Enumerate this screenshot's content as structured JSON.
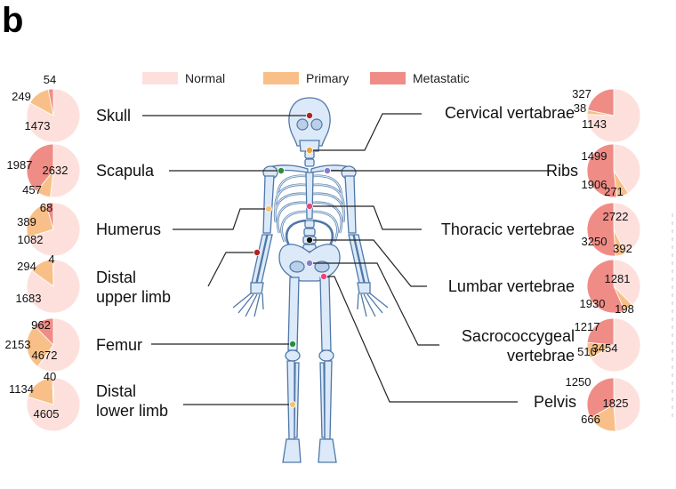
{
  "panel_label": "b",
  "legend": [
    {
      "label": "Normal",
      "color": "#fde0dc"
    },
    {
      "label": "Primary",
      "color": "#f8c088"
    },
    {
      "label": "Metastatic",
      "color": "#f08c86"
    }
  ],
  "chart_data": {
    "type": "pie",
    "categories": [
      "Normal",
      "Primary",
      "Metastatic"
    ],
    "colors": {
      "Normal": "#fde0dc",
      "Primary": "#f8c088",
      "Metastatic": "#f08c86",
      "Marker-red": "#b22222",
      "Marker-orange": "#f0a030",
      "Marker-green": "#2e8b3e",
      "Marker-purple": "#8a7bc8",
      "Marker-pink": "#e8457a",
      "Marker-black": "#111111",
      "Marker-light-orange": "#f5c27a"
    },
    "pies": [
      {
        "site": "Skull",
        "label_lines": [
          "Skull"
        ],
        "normal": 1473,
        "primary": 249,
        "metastatic": 54,
        "marker": "Marker-red"
      },
      {
        "site": "Scapula",
        "label_lines": [
          "Scapula"
        ],
        "normal": 2632,
        "primary": 457,
        "metastatic": 1987,
        "marker": "Marker-green"
      },
      {
        "site": "Humerus",
        "label_lines": [
          "Humerus"
        ],
        "normal": 1082,
        "primary": 389,
        "metastatic": 68,
        "marker": "Marker-light-orange"
      },
      {
        "site": "Distal upper limb",
        "label_lines": [
          "Distal",
          "upper limb"
        ],
        "normal": 1683,
        "primary": 294,
        "metastatic": 4,
        "marker": "Marker-red"
      },
      {
        "site": "Femur",
        "label_lines": [
          "Femur"
        ],
        "normal": 4672,
        "primary": 2153,
        "metastatic": 962,
        "marker": "Marker-green"
      },
      {
        "site": "Distal lower limb",
        "label_lines": [
          "Distal",
          "lower limb"
        ],
        "normal": 4605,
        "primary": 1134,
        "metastatic": 40,
        "marker": "Marker-light-orange"
      },
      {
        "site": "Cervical vertabrae",
        "label_lines": [
          "Cervical vertabrae"
        ],
        "normal": 1143,
        "primary": 38,
        "metastatic": 327,
        "marker": "Marker-orange"
      },
      {
        "site": "Ribs",
        "label_lines": [
          "Ribs"
        ],
        "normal": 1499,
        "primary": 271,
        "metastatic": 1906,
        "marker": "Marker-purple"
      },
      {
        "site": "Thoracic vertebrae",
        "label_lines": [
          "Thoracic vertebrae"
        ],
        "normal": 2722,
        "primary": 392,
        "metastatic": 3250,
        "marker": "Marker-pink"
      },
      {
        "site": "Lumbar vertebrae",
        "label_lines": [
          "Lumbar vertebrae"
        ],
        "normal": 1281,
        "primary": 198,
        "metastatic": 1930,
        "marker": "Marker-black"
      },
      {
        "site": "Sacrococcygeal vertebrae",
        "label_lines": [
          "Sacrococcygeal",
          "vertebrae"
        ],
        "normal": 3454,
        "primary": 510,
        "metastatic": 1217,
        "marker": "Marker-purple"
      },
      {
        "site": "Pelvis",
        "label_lines": [
          "Pelvis"
        ],
        "normal": 1825,
        "primary": 666,
        "metastatic": 1250,
        "marker": "Marker-pink"
      }
    ]
  }
}
